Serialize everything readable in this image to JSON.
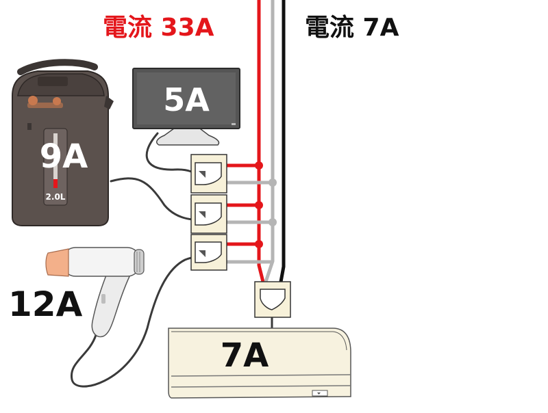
{
  "headings": {
    "red_current": "電流 33A",
    "black_current": "電流 7A"
  },
  "appliances": {
    "pot": {
      "label": "9A",
      "capacity": "2.0L"
    },
    "tv": {
      "label": "5A"
    },
    "dryer": {
      "label": "12A"
    },
    "aircon": {
      "label": "7A"
    }
  },
  "colors": {
    "live_wire": "#e4161b",
    "neutral_wire": "#b5b5b5",
    "black_wire": "#111111",
    "heading_red": "#e4161b",
    "outlet_fill": "#f7f1d9"
  }
}
